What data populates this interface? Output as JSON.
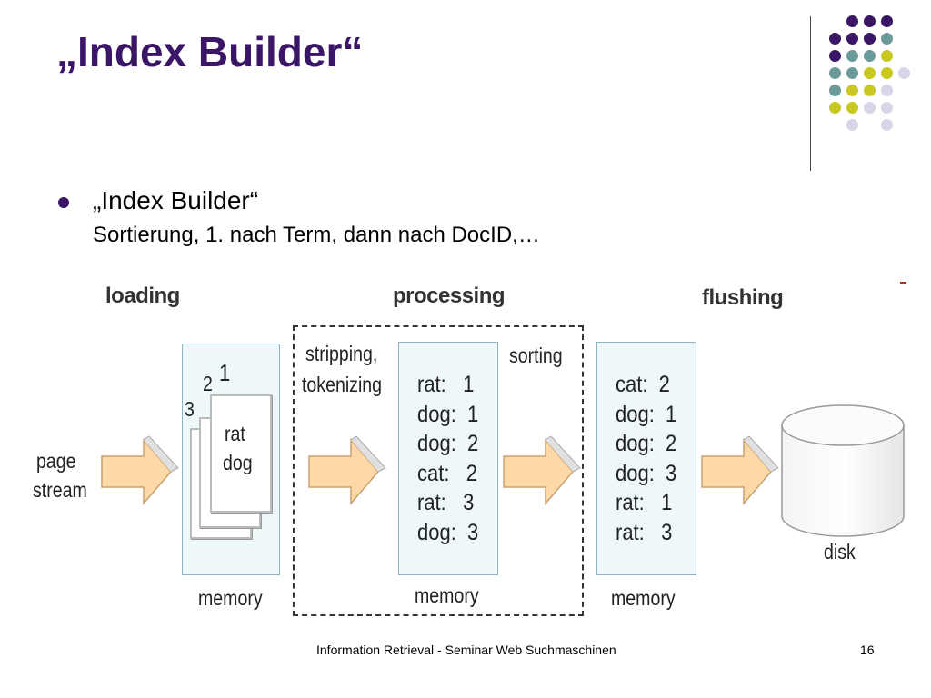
{
  "slide": {
    "title": "„Index Builder“",
    "bullet_heading": "„Index Builder“",
    "bullet_text": "Sortierung, 1. nach Term, dann nach DocID,…"
  },
  "diagram": {
    "stages": {
      "loading": "loading",
      "processing": "processing",
      "flushing": "flushing"
    },
    "input_label": [
      "page",
      "stream"
    ],
    "page_numbers": [
      "1",
      "2",
      "3"
    ],
    "page_words": [
      "rat",
      "dog"
    ],
    "step_labels": {
      "stripping": [
        "stripping,",
        "tokenizing"
      ],
      "sorting": "sorting"
    },
    "processing_list": [
      "rat:   1",
      "dog:  1",
      "dog:  2",
      "cat:   2",
      "rat:   3",
      "dog:  3"
    ],
    "sorted_list": [
      "cat:  2",
      "dog:  1",
      "dog:  2",
      "dog:  3",
      "rat:   1",
      "rat:   3"
    ],
    "memory_label": "memory",
    "disk_label": "disk"
  },
  "footer": {
    "text": "Information Retrieval - Seminar Web Suchmaschinen",
    "page_number": "16"
  },
  "colors": {
    "title": "#3b1566",
    "dot_purple": "#3b1566",
    "dot_teal": "#6b9a9a",
    "dot_yellow": "#c8c820",
    "dot_lavender": "#d6d6e8",
    "arrow_fill": "#fdd9a8"
  }
}
